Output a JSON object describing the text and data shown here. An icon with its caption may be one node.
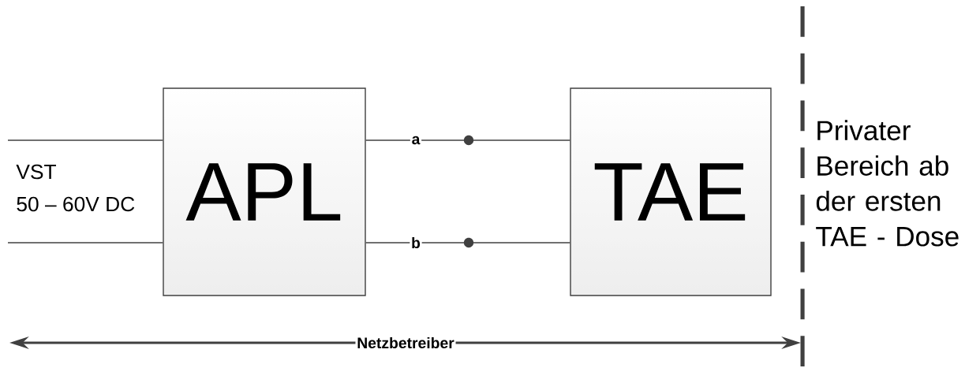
{
  "diagram": {
    "nodes": [
      {
        "text": [
          "APL"
        ]
      },
      {
        "text": [
          "TAE"
        ]
      }
    ],
    "edges": [
      {
        "from": null,
        "to": 0,
        "arrow": "none"
      },
      {
        "from": null,
        "to": 0,
        "arrow": "none"
      },
      {
        "from": 0,
        "to": 1,
        "arrow": "none",
        "label": "a"
      },
      {
        "from": 0,
        "to": 1,
        "arrow": "none",
        "label": "b"
      }
    ],
    "labels": [
      "VST",
      "50 – 60V DC",
      "Privater Bereich ab der ersten TAE - Dose",
      "Netzbetreiber"
    ]
  }
}
